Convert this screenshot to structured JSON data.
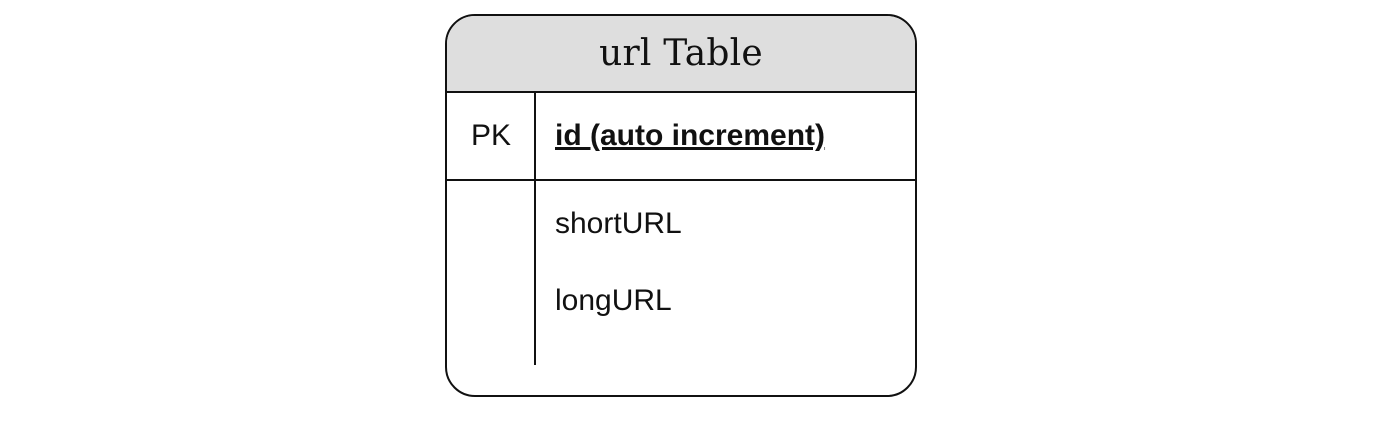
{
  "table": {
    "title": "url Table",
    "primary_key": {
      "key_label": "PK",
      "field": "id (auto increment)"
    },
    "fields": [
      "shortURL",
      "longURL"
    ]
  },
  "colors": {
    "header_background": "#dedede",
    "border": "#111111",
    "background": "#ffffff"
  }
}
